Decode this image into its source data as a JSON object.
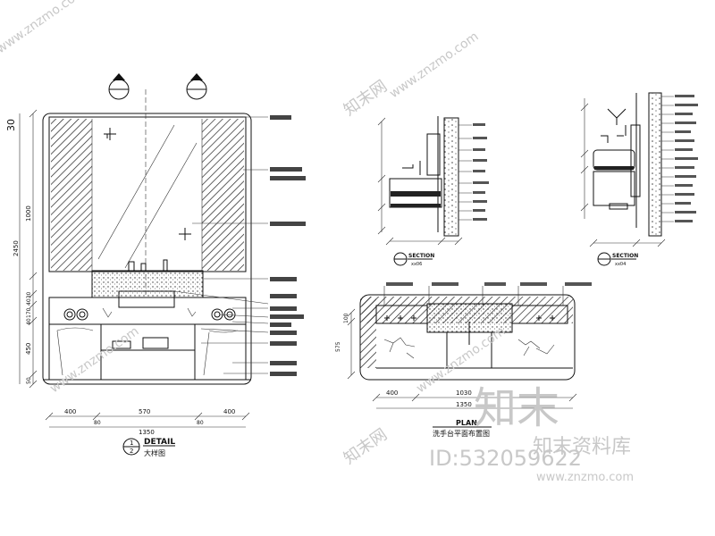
{
  "detail": {
    "label": "DETAIL",
    "sub": "大样图",
    "marker_num": "1",
    "marker_den": "2",
    "top_dim": "30",
    "heights": [
      "1000",
      "2450",
      "4030",
      "120",
      "170",
      "40",
      "450",
      "50"
    ],
    "widths": [
      "400",
      "570",
      "400"
    ],
    "widths_inner": [
      "80",
      "80"
    ],
    "total_width": "1350"
  },
  "section1": {
    "label": "SECTION",
    "sub": "xx06"
  },
  "section2": {
    "label": "SECTION",
    "sub": "xx04"
  },
  "plan": {
    "label": "PLAN",
    "sub": "洗手台平面布置图",
    "widths": [
      "400",
      "1030"
    ],
    "total": "1350",
    "heights": [
      "100",
      "575"
    ]
  },
  "watermark": {
    "brand": "知末网",
    "brand_big": "知末",
    "brand_full": "知末资料库",
    "id": "ID:532059622",
    "url": "www.znzmo.com"
  }
}
